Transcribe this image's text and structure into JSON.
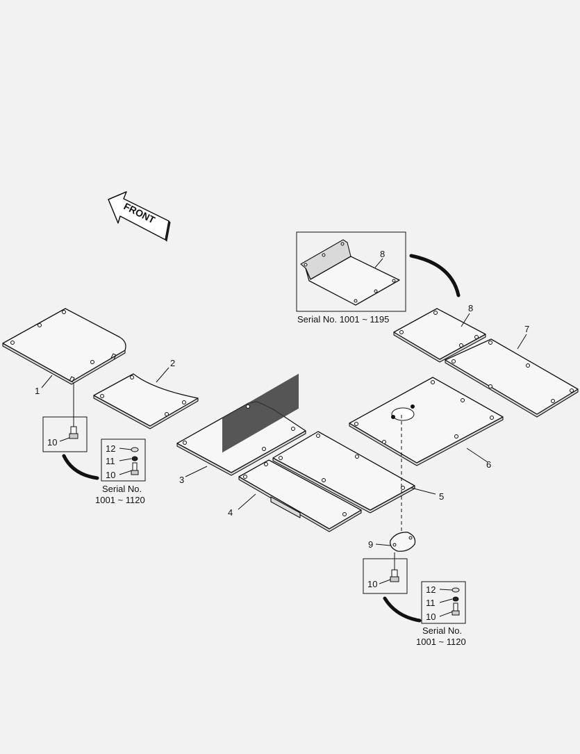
{
  "front_arrow": {
    "label": "FRONT"
  },
  "parts": {
    "p1": "1",
    "p2": "2",
    "p3": "3",
    "p4": "4",
    "p5": "5",
    "p6": "6",
    "p7": "7",
    "p8": "8",
    "p8_detail": "8",
    "p9": "9"
  },
  "hardware_left": {
    "bolt": "10"
  },
  "hardware_right": {
    "bolt": "10"
  },
  "variant_left": {
    "washer": "12",
    "lockwasher": "11",
    "bolt": "10",
    "serial_line1": "Serial No.",
    "serial_line2": "1001 ~ 1120"
  },
  "variant_right": {
    "washer": "12",
    "lockwasher": "11",
    "bolt": "10",
    "serial_line1": "Serial No.",
    "serial_line2": "1001 ~ 1120"
  },
  "detail_8": {
    "serial": "Serial No. 1001 ~ 1195"
  }
}
